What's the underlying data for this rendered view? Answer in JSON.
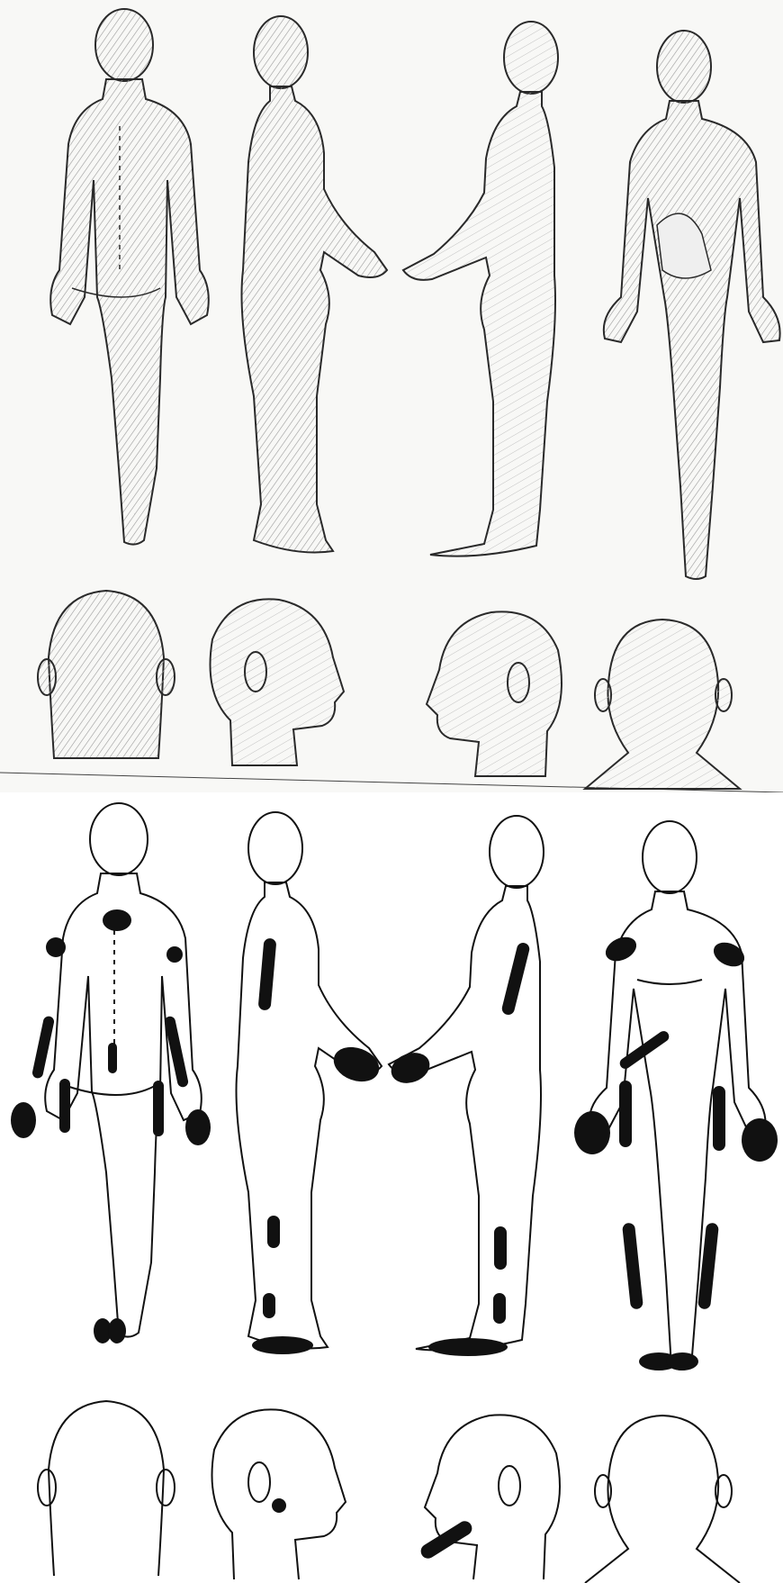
{
  "colors": {
    "outline": "#2a2a2a",
    "shading": "#8a8a8a",
    "paper_top": "#f8f8f6",
    "paper_bottom": "#ffffff",
    "mark": "#111111"
  },
  "panels": [
    {
      "name": "shaded-drawing",
      "rows": [
        "full-body-views",
        "head-views"
      ],
      "views": [
        "back",
        "right-side",
        "left-side",
        "front"
      ]
    },
    {
      "name": "marked-drawing",
      "rows": [
        "full-body-views",
        "head-views"
      ],
      "views": [
        "back",
        "right-side",
        "left-side",
        "front"
      ]
    }
  ],
  "icons": {
    "figure": "human-body-outline-icon",
    "head": "human-head-outline-icon",
    "mark": "filled-region-mark"
  }
}
